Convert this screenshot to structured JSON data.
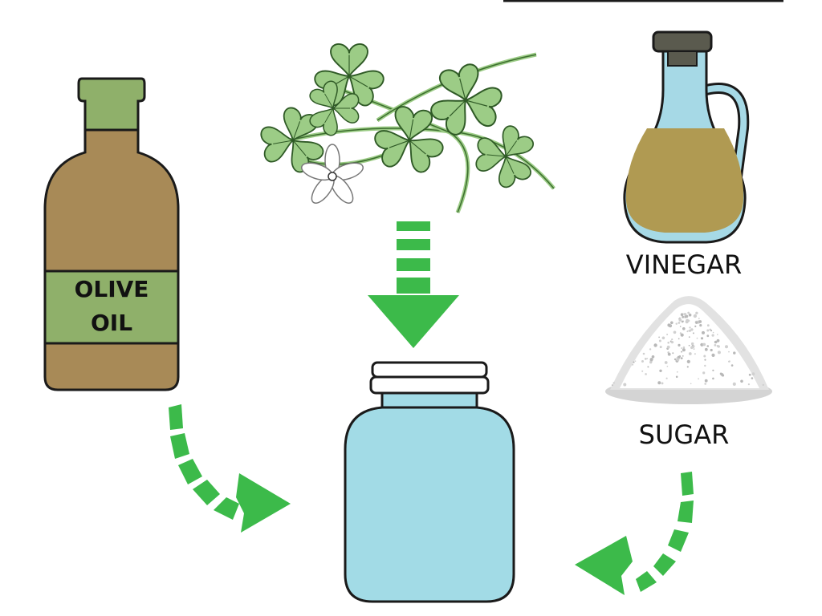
{
  "labels": {
    "olive_oil_line1": "OLIVE",
    "olive_oil_line2": "OIL",
    "vinegar": "VINEGAR",
    "sugar": "SUGAR"
  },
  "colors": {
    "outline": "#1a1a1a",
    "olive_oil_fill": "#a88a57",
    "olive_oil_neck": "#8fb06a",
    "olive_label_band": "#8fb06a",
    "vinegar_glass": "#a6d9e6",
    "vinegar_liquid": "#b09a52",
    "cork": "#5a5a4e",
    "jar_fill": "#a2dbe6",
    "leaf": "#9ccc86",
    "leaf_vein": "#3c6e2e",
    "arrow_green": "#3cba4a",
    "sugar": "#ffffff",
    "sugar_shadow": "#c8c8c8"
  },
  "icons": [
    "olive-oil-bottle",
    "clover-sprig",
    "vinegar-cruet",
    "sugar-pile",
    "glass-jar",
    "down-arrow",
    "curved-arrow-left",
    "curved-arrow-right"
  ]
}
